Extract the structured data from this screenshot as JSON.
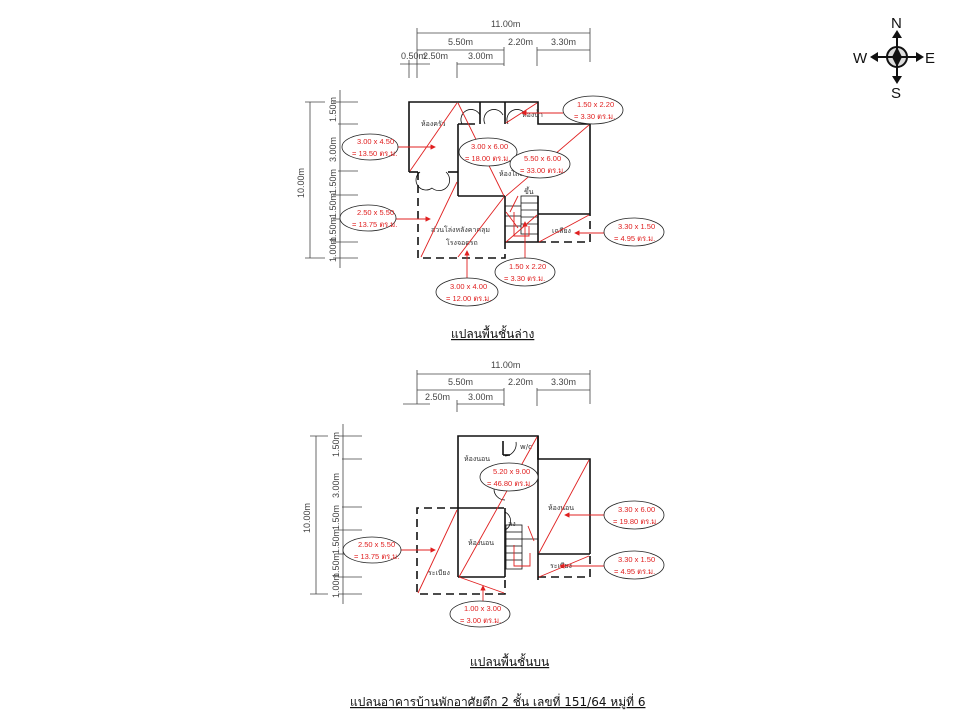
{
  "compass": {
    "north": "N",
    "south": "S",
    "east": "E",
    "west": "W"
  },
  "colors": {
    "annotation": "#e02020",
    "wall": "#111111",
    "dimension": "#444444"
  },
  "ground_floor": {
    "title": "แปลนพื้นชั้นล่าง",
    "top_dims": {
      "total": "11.00m",
      "d1": "5.50m",
      "d2": "2.20m",
      "d3": "3.30m",
      "d4": "0.50m",
      "d5": "2.50m",
      "d6": "3.00m"
    },
    "side_dims": {
      "total": "10.00m",
      "s1": "1.50m",
      "s2": "3.00m",
      "s3": "1.50m",
      "s4": "1.50m",
      "s5": "1.50m",
      "s6": "1.00m"
    },
    "rooms": {
      "kitchen": "ห้องครัว",
      "bath": "ห้องน้ำ",
      "hall": "ห้องโถง",
      "up": "ขึ้น",
      "carport1": "ส่วนโล่งหลังคาคลุม",
      "carport2": "โรงจอดรถ",
      "porch": "เฉลียง"
    },
    "annotations": [
      {
        "l1": "3.00 x 4.50",
        "l2": "= 13.50 ตร.ม."
      },
      {
        "l1": "2.50 x 5.50",
        "l2": "= 13.75 ตร.ม."
      },
      {
        "l1": "3.00 x 6.00",
        "l2": "= 18.00 ตร.ม."
      },
      {
        "l1": "1.50 x 2.20",
        "l2": "= 3.30 ตร.ม."
      },
      {
        "l1": "5.50 x 6.00",
        "l2": "= 33.00 ตร.ม."
      },
      {
        "l1": "3.30 x 1.50",
        "l2": "= 4.95 ตร.ม."
      },
      {
        "l1": "1.50 x 2.20",
        "l2": "= 3.30 ตร.ม."
      },
      {
        "l1": "3.00 x 4.00",
        "l2": "= 12.00 ตร.ม."
      }
    ]
  },
  "upper_floor": {
    "title": "แปลนพื้นชั้นบน",
    "top_dims": {
      "total": "11.00m",
      "d1": "5.50m",
      "d2": "2.20m",
      "d3": "3.30m",
      "d5": "2.50m",
      "d6": "3.00m"
    },
    "side_dims": {
      "total": "10.00m",
      "s1": "1.50m",
      "s2": "3.00m",
      "s3": "1.50m",
      "s4": "1.50m",
      "s5": "1.50m",
      "s6": "1.00m"
    },
    "rooms": {
      "bed1": "ห้องนอน",
      "wc": "w/c",
      "bed2": "ห้องนอน",
      "bed3": "ห้องนอน",
      "down": "ลง",
      "balcony1": "ระเบียง",
      "balcony2": "ระเบียง"
    },
    "annotations": [
      {
        "l1": "5.20 x 9.00",
        "l2": "= 46.80 ตร.ม."
      },
      {
        "l1": "2.50 x 5.50",
        "l2": "= 13.75 ตร.ม."
      },
      {
        "l1": "3.30 x 6.00",
        "l2": "= 19.80 ตร.ม."
      },
      {
        "l1": "3.30 x 1.50",
        "l2": "= 4.95 ตร.ม."
      },
      {
        "l1": "1.00 x 3.00",
        "l2": "= 3.00 ตร.ม."
      }
    ]
  },
  "main_title": "แปลนอาคารบ้านพักอาศัยตึก 2 ชั้น เลขที่ 151/64 หมู่ที่ 6"
}
